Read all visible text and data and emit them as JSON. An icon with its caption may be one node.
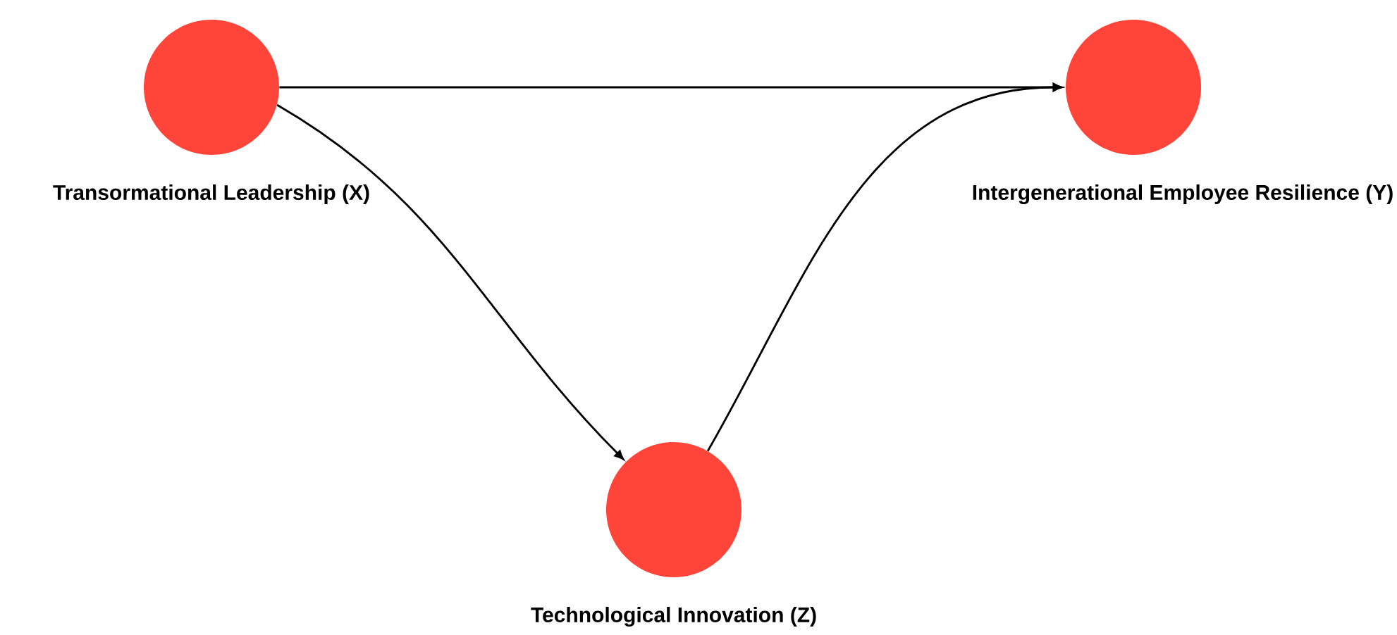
{
  "diagram": {
    "nodes": [
      {
        "text": [
          "Transormational Leadership (X)"
        ]
      },
      {
        "text": [
          "Intergenerational Employee Resilience (Y)"
        ]
      },
      {
        "text": [
          "Technological Innovation (Z)"
        ]
      }
    ],
    "edges": [
      {
        "from": 0,
        "to": 1,
        "arrow": "to"
      },
      {
        "from": 0,
        "to": 2,
        "arrow": "to"
      },
      {
        "from": 2,
        "to": 1,
        "arrow": "to"
      }
    ]
  }
}
